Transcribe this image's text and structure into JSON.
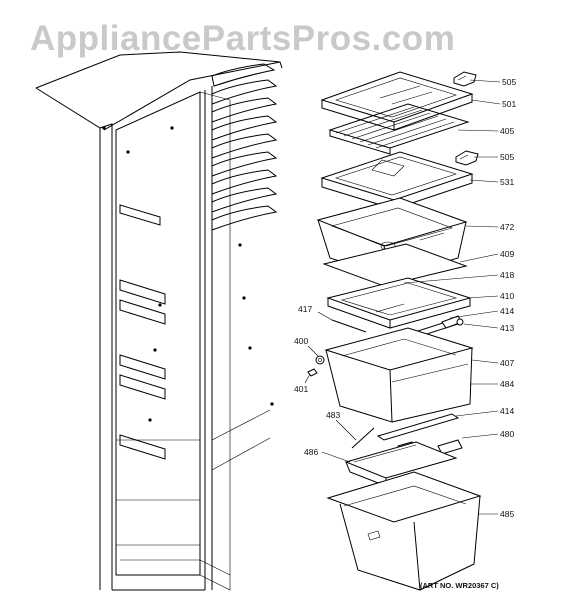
{
  "watermark": "AppliancePartsPros.com",
  "art_number": "(ART NO. WR20367 C)",
  "callouts": {
    "c505a": "505",
    "c501": "501",
    "c405": "405",
    "c505b": "505",
    "c531": "531",
    "c472": "472",
    "c409": "409",
    "c418": "418",
    "c410": "410",
    "c417": "417",
    "c414a": "414",
    "c413": "413",
    "c400": "400",
    "c407": "407",
    "c401": "401",
    "c484": "484",
    "c483": "483",
    "c414b": "414",
    "c480": "480",
    "c486": "486",
    "c485": "485"
  }
}
